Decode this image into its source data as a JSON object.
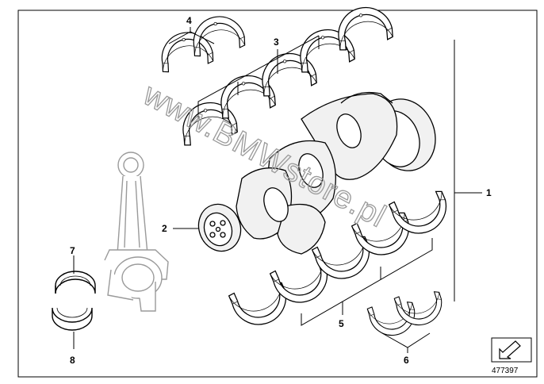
{
  "diagram": {
    "callouts": [
      "1",
      "2",
      "3",
      "4",
      "5",
      "6",
      "7",
      "8"
    ],
    "watermark": "www.BMWstore.pl",
    "reference_number": "477397",
    "icon": "arrow-reference-icon"
  }
}
